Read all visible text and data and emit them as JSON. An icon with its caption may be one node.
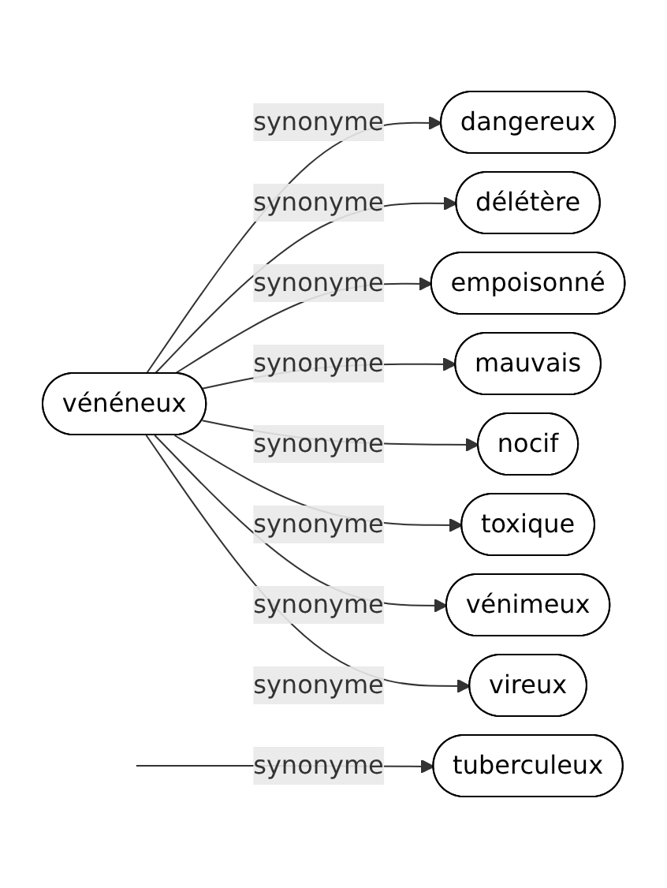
{
  "diagram": {
    "nodes": [
      {
        "text": [
          "vénéneux"
        ]
      },
      {
        "text": [
          "dangereux"
        ]
      },
      {
        "text": [
          "délétère"
        ]
      },
      {
        "text": [
          "empoisonné"
        ]
      },
      {
        "text": [
          "mauvais"
        ]
      },
      {
        "text": [
          "nocif"
        ]
      },
      {
        "text": [
          "toxique"
        ]
      },
      {
        "text": [
          "vénimeux"
        ]
      },
      {
        "text": [
          "tuberculeux"
        ]
      },
      {
        "text": [
          "vireux"
        ]
      }
    ],
    "edges": [
      {
        "from": 0,
        "to": 1,
        "arrow": "to",
        "label": "synonyme"
      },
      {
        "from": 0,
        "to": 2,
        "arrow": "to",
        "label": "synonyme"
      },
      {
        "from": 0,
        "to": 3,
        "arrow": "to",
        "label": "synonyme"
      },
      {
        "from": 0,
        "to": 4,
        "arrow": "to",
        "label": "synonyme"
      },
      {
        "from": 0,
        "to": 5,
        "arrow": "to",
        "label": "synonyme"
      },
      {
        "from": 0,
        "to": 6,
        "arrow": "to",
        "label": "synonyme"
      },
      {
        "from": 0,
        "to": 7,
        "arrow": "to",
        "label": "synonyme"
      },
      {
        "from": 0,
        "to": 9,
        "arrow": "to",
        "label": "synonyme"
      },
      {
        "from": null,
        "to": 8,
        "arrow": "to",
        "label": "synonyme"
      }
    ]
  }
}
